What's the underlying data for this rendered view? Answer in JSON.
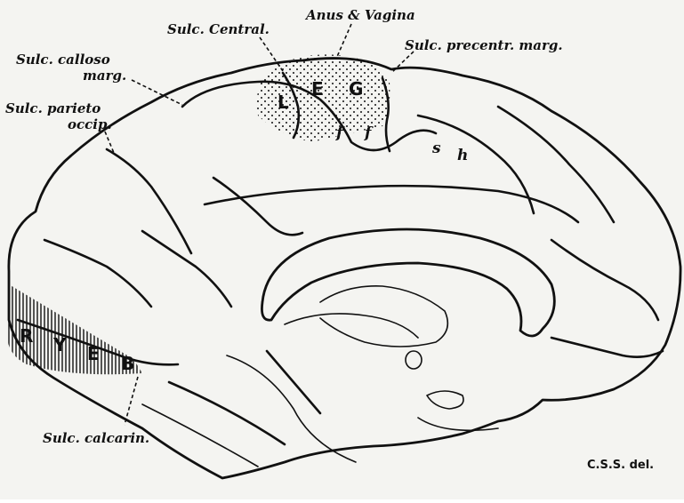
{
  "labels": {
    "sulc_central": "Sulc. Central.",
    "anus_vagina": "Anus & Vagina",
    "sulc_precentr_marg": "Sulc. precentr. marg.",
    "sulc_calloso_line1": "Sulc. calloso",
    "sulc_calloso_line2": "marg.",
    "sulc_parieto_line1": "Sulc. parieto",
    "sulc_parieto_line2": "occip.",
    "sulc_calcarin": "Sulc. calcarin."
  },
  "area_letters": {
    "l": "L",
    "e": "E",
    "g": "G",
    "f1": "f",
    "f2": "f",
    "s": "s",
    "h": "h"
  },
  "visual_letters": [
    "R",
    "Y",
    "E",
    "B"
  ],
  "credit": "C.S.S. del.",
  "colors": {
    "ink": "#111111",
    "paper": "#f4f4f1"
  }
}
